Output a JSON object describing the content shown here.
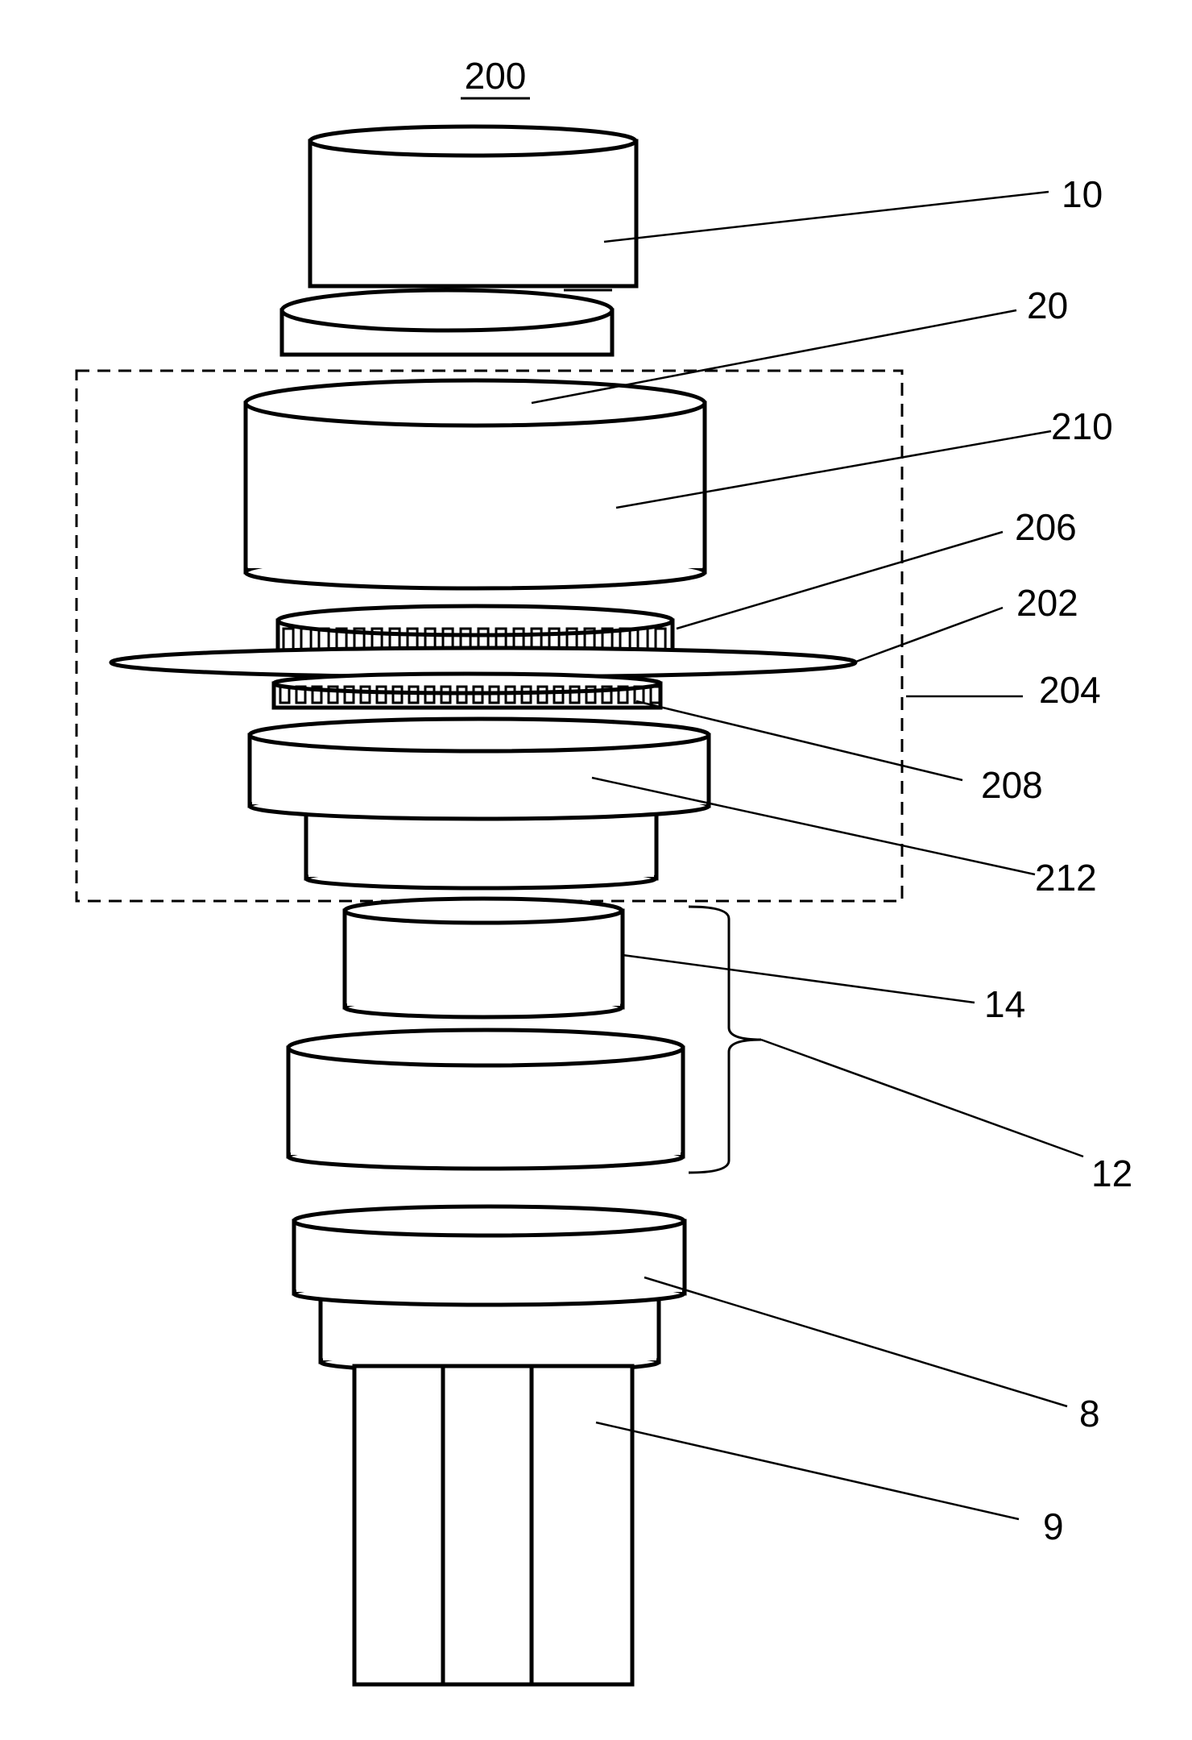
{
  "figure": {
    "title": "200",
    "labels": {
      "l10": "10",
      "l20": "20",
      "l210": "210",
      "l206": "206",
      "l202": "202",
      "l204": "204",
      "l208": "208",
      "l212": "212",
      "l14": "14",
      "l12": "12",
      "l8": "8",
      "l9": "9"
    },
    "colors": {
      "line": "#000000",
      "background": "#ffffff"
    }
  }
}
